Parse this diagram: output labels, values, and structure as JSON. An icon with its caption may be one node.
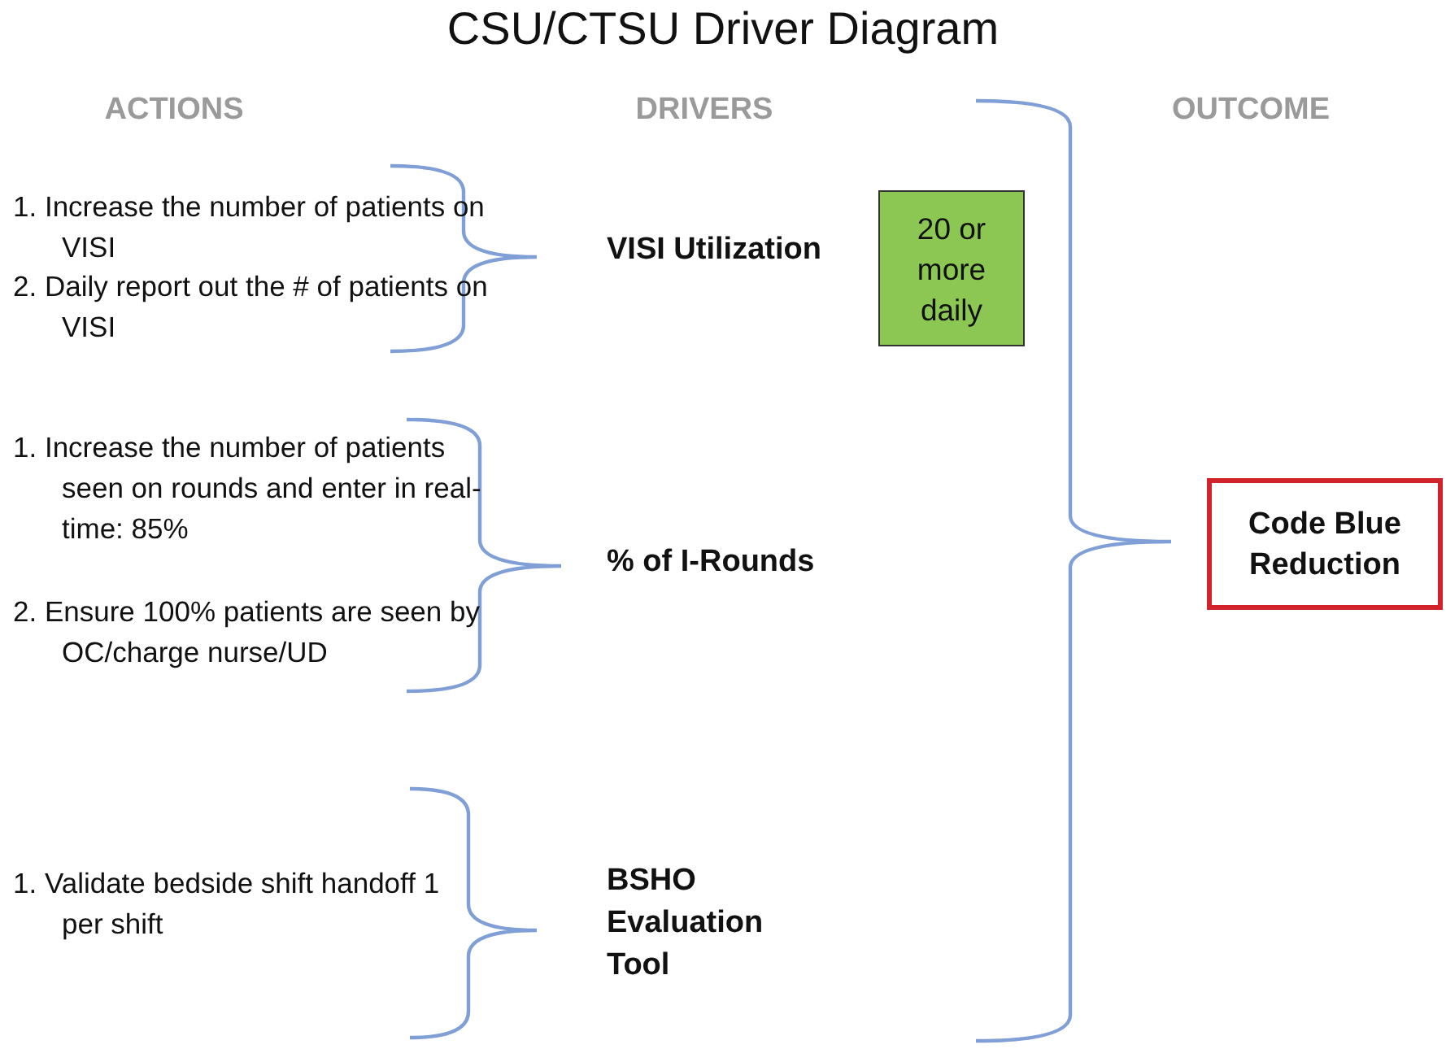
{
  "diagram": {
    "title": "CSU/CTSU Driver Diagram",
    "nodes": [
      {
        "text": [
          "20 or more daily"
        ]
      },
      {
        "text": [
          "Code Blue Reduction"
        ]
      }
    ],
    "labels": [
      "ACTIONS",
      "DRIVERS",
      "OUTCOME",
      "1. Increase the number of patients on VISI",
      "2. Daily report out the # of patients on VISI",
      "VISI Utilization",
      "1. Increase the number of patients seen on rounds and enter in real-time: 85%",
      "2. Ensure 100% patients are seen by OC/charge nurse/UD",
      "% of I-Rounds",
      "1. Validate bedside shift handoff 1 per shift",
      "BSHO Evaluation Tool"
    ]
  }
}
